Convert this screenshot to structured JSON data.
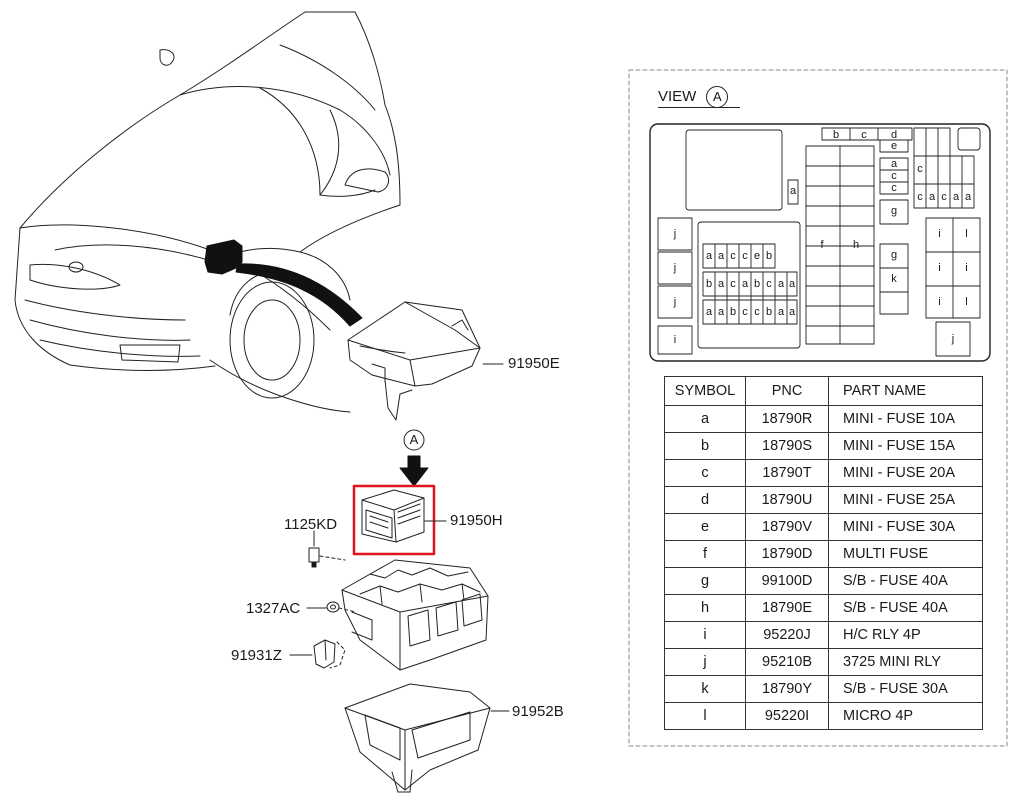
{
  "callouts": {
    "cover": "91950E",
    "junction_block": "91950H",
    "bolt": "1125KD",
    "nut": "1327AC",
    "bracket": "91931Z",
    "lower_cover": "91952B",
    "view_marker": "A"
  },
  "view": {
    "label": "VIEW",
    "marker": "A",
    "slots": {
      "top_row": [
        "b",
        "c",
        "d"
      ],
      "d_below": "e",
      "stack_acc": [
        "a",
        "c",
        "c"
      ],
      "a_mid": "a",
      "g1": "g",
      "g2": "g",
      "k": "k",
      "f": "f",
      "h": "h",
      "right_c": "c",
      "right_row": [
        "c",
        "a",
        "c",
        "a",
        "a"
      ],
      "left_j": [
        "j",
        "j",
        "j"
      ],
      "left_i": "i",
      "grid_row1": [
        "a",
        "a",
        "c",
        "c",
        "e",
        "b"
      ],
      "grid_row2": [
        "b",
        "a",
        "c",
        "a",
        "b",
        "c",
        "a",
        "a"
      ],
      "grid_row3": [
        "a",
        "a",
        "b",
        "c",
        "c",
        "b",
        "a",
        "a"
      ],
      "relay_grid": [
        "i",
        "l",
        "i",
        "i",
        "i",
        "l"
      ],
      "bottom_j": "j"
    }
  },
  "table": {
    "headers": [
      "SYMBOL",
      "PNC",
      "PART NAME"
    ],
    "rows": [
      [
        "a",
        "18790R",
        "MINI - FUSE 10A"
      ],
      [
        "b",
        "18790S",
        "MINI - FUSE 15A"
      ],
      [
        "c",
        "18790T",
        "MINI - FUSE 20A"
      ],
      [
        "d",
        "18790U",
        "MINI - FUSE 25A"
      ],
      [
        "e",
        "18790V",
        "MINI - FUSE 30A"
      ],
      [
        "f",
        "18790D",
        "MULTI FUSE"
      ],
      [
        "g",
        "99100D",
        "S/B - FUSE 40A"
      ],
      [
        "h",
        "18790E",
        "S/B - FUSE 40A"
      ],
      [
        "i",
        "95220J",
        "H/C RLY 4P"
      ],
      [
        "j",
        "95210B",
        "3725 MINI RLY"
      ],
      [
        "k",
        "18790Y",
        "S/B - FUSE 30A"
      ],
      [
        "l",
        "95220I",
        "MICRO 4P"
      ]
    ]
  },
  "colors": {
    "highlight": "#e0141e",
    "line": "#1a1a1a"
  }
}
